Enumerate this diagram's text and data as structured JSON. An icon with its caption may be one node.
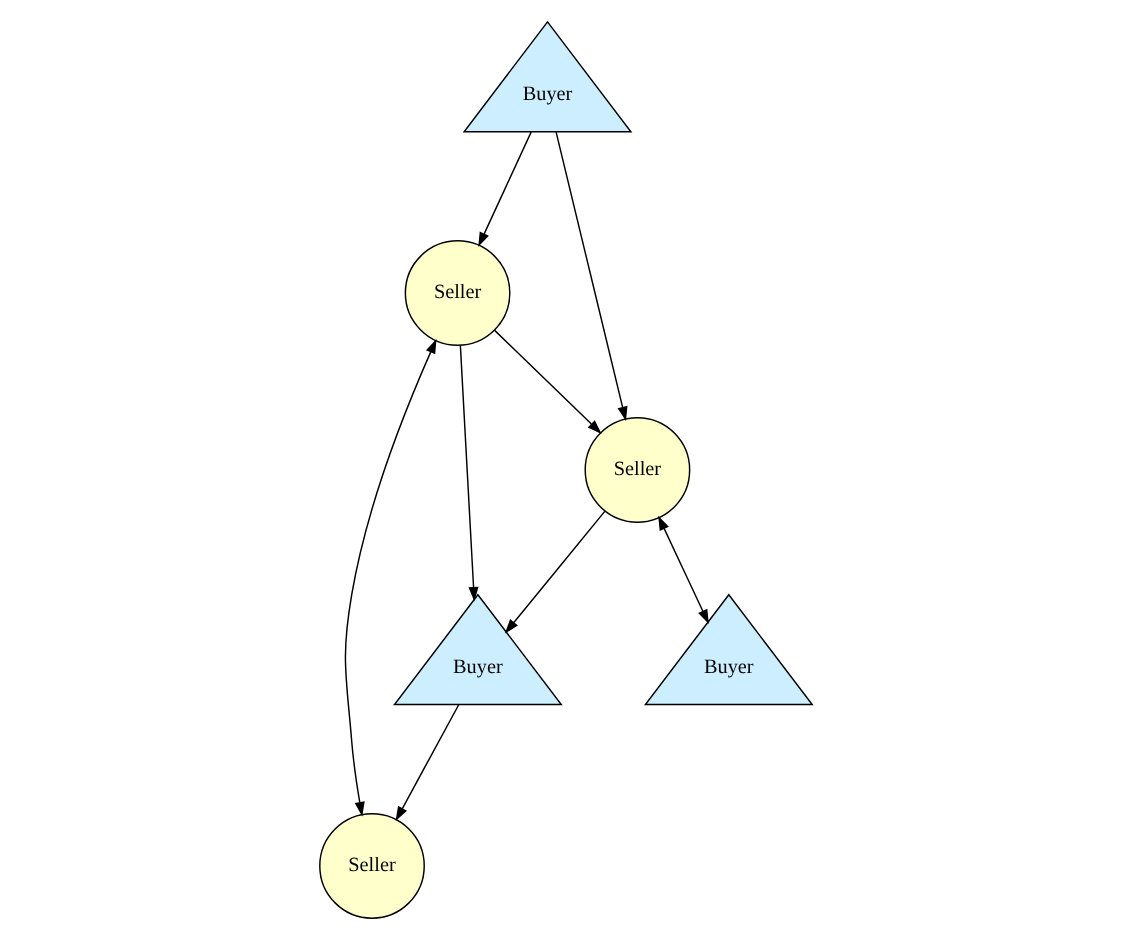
{
  "diagram": {
    "nodes": [
      {
        "text": [
          "Seller"
        ]
      },
      {
        "text": [
          "Buyer"
        ]
      },
      {
        "text": [
          "Seller"
        ]
      },
      {
        "text": [
          "Buyer"
        ]
      },
      {
        "text": [
          "Seller"
        ]
      },
      {
        "text": [
          "Buyer"
        ]
      }
    ],
    "edges": [
      {
        "from": 0,
        "to": 1,
        "arrow": "to"
      },
      {
        "from": 1,
        "to": 2,
        "arrow": "to"
      },
      {
        "from": 2,
        "to": 0,
        "arrow": "both"
      },
      {
        "from": 0,
        "to": 4,
        "arrow": "to"
      },
      {
        "from": 3,
        "to": 0,
        "arrow": "to"
      },
      {
        "from": 3,
        "to": 4,
        "arrow": "to"
      },
      {
        "from": 4,
        "to": 1,
        "arrow": "to"
      },
      {
        "from": 4,
        "to": 5,
        "arrow": "both"
      }
    ]
  }
}
